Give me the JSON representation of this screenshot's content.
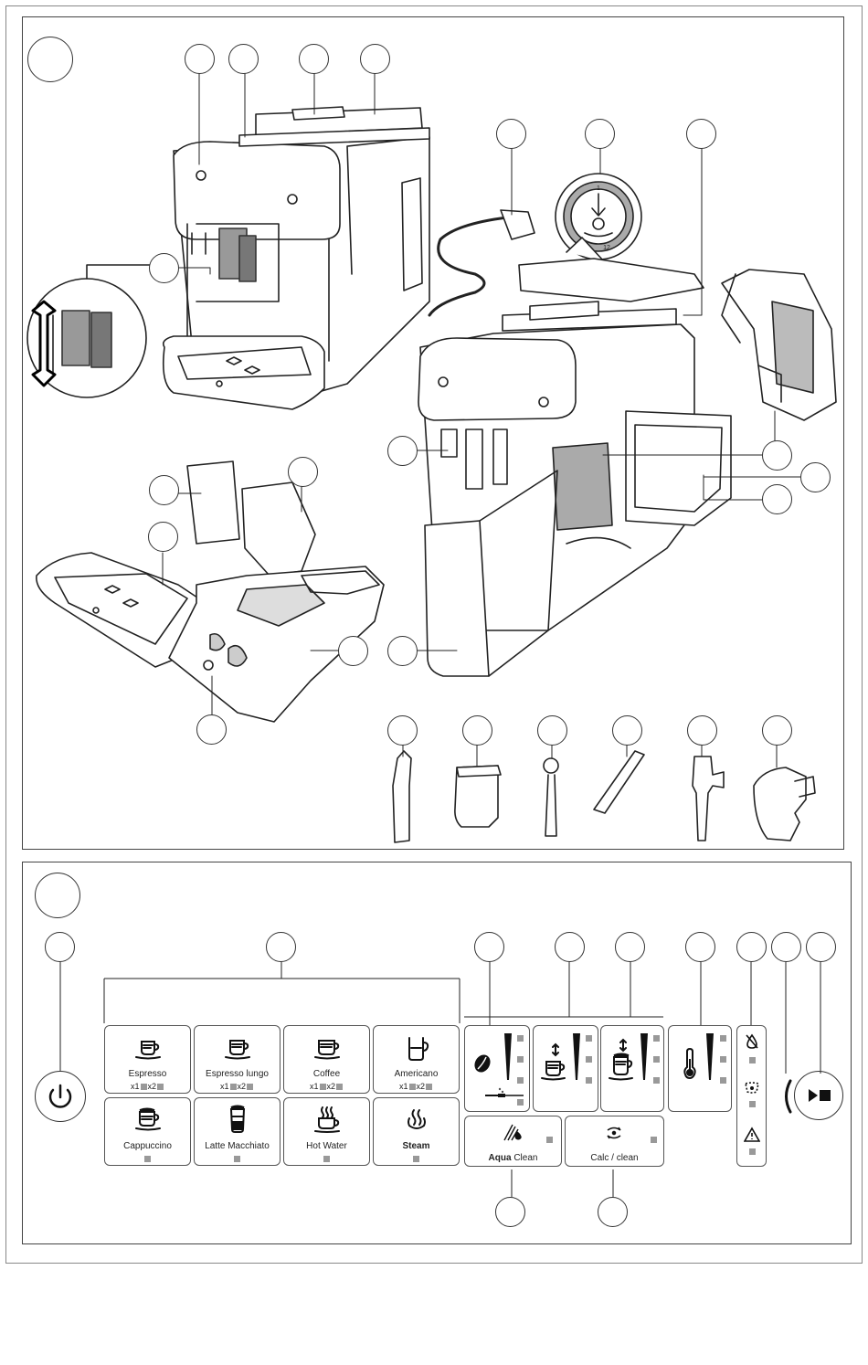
{
  "knob": {
    "top_number": "1",
    "bottom_number": "12"
  },
  "descaler_box_text": "",
  "panel": {
    "buttons": [
      {
        "label": "Espresso",
        "mult": [
          "x1",
          "x2"
        ]
      },
      {
        "label": "Espresso lungo",
        "mult": [
          "x1",
          "x2"
        ]
      },
      {
        "label": "Coffee",
        "mult": [
          "x1",
          "x2"
        ]
      },
      {
        "label": "Americano",
        "mult": [
          "x1",
          "x2"
        ]
      },
      {
        "label": "Cappuccino"
      },
      {
        "label": "Latte Macchiato"
      },
      {
        "label": "Hot Water"
      },
      {
        "label": "Steam"
      }
    ],
    "aqua_clean": {
      "bold": "Aqua",
      "rest": " Clean"
    },
    "calc_clean": "Calc / clean"
  },
  "icons": {
    "power": "power-icon",
    "play_stop": "play-stop-icon",
    "coffee_bean": "coffee-bean-icon",
    "thermometer": "thermometer-icon",
    "warning": "warning-icon"
  }
}
